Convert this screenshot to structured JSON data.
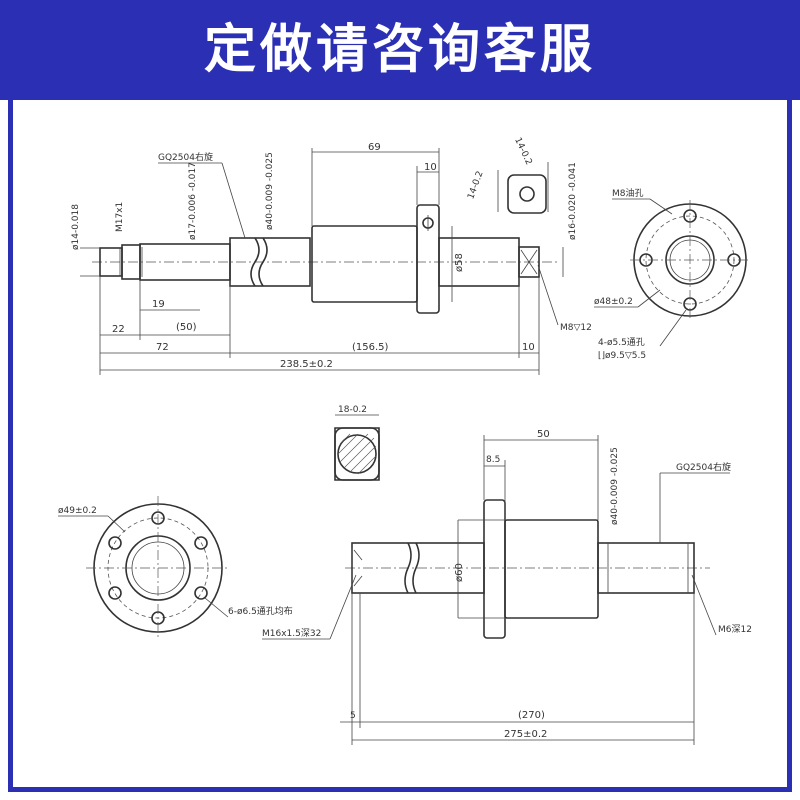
{
  "banner": {
    "title": "定做请咨询客服",
    "color": "#2b2fb4"
  },
  "top_drawing": {
    "thread_label": "GQ2504右旋",
    "dims": {
      "d69": "69",
      "d10a": "10",
      "d14sq": "14-0.2",
      "d14sq_b": "14-0.2",
      "d14shaft": "ø14-0.018",
      "m17": "M17x1",
      "d17": "ø17-0.006 -0.017",
      "d40": "ø40-0.009 -0.025",
      "d58": "ø58",
      "d16": "ø16-0.020 -0.041",
      "d19": "19",
      "d22": "22",
      "d50": "(50)",
      "d72": "72",
      "d156": "(156.5)",
      "d10b": "10",
      "total": "238.5±0.2",
      "m8depth": "M8▽12"
    },
    "flange": {
      "oil": "M8油孔",
      "pcd": "ø48±0.2",
      "holes": "4-ø5.5通孔",
      "cbore": "⌊⌋ø9.5▽5.5"
    }
  },
  "bottom_drawing": {
    "section_dim": "18-0.2",
    "flange": {
      "pcd": "ø49±0.2",
      "holes": "6-ø6.5通孔均布"
    },
    "thread_label": "GQ2504右旋",
    "dims": {
      "d50": "50",
      "d8_5": "8.5",
      "d40": "ø40-0.009 -0.025",
      "d60": "ø60",
      "m16": "M16x1.5深32",
      "m6": "M6深12",
      "d5": "5",
      "d270": "(270)",
      "total": "275±0.2"
    }
  }
}
